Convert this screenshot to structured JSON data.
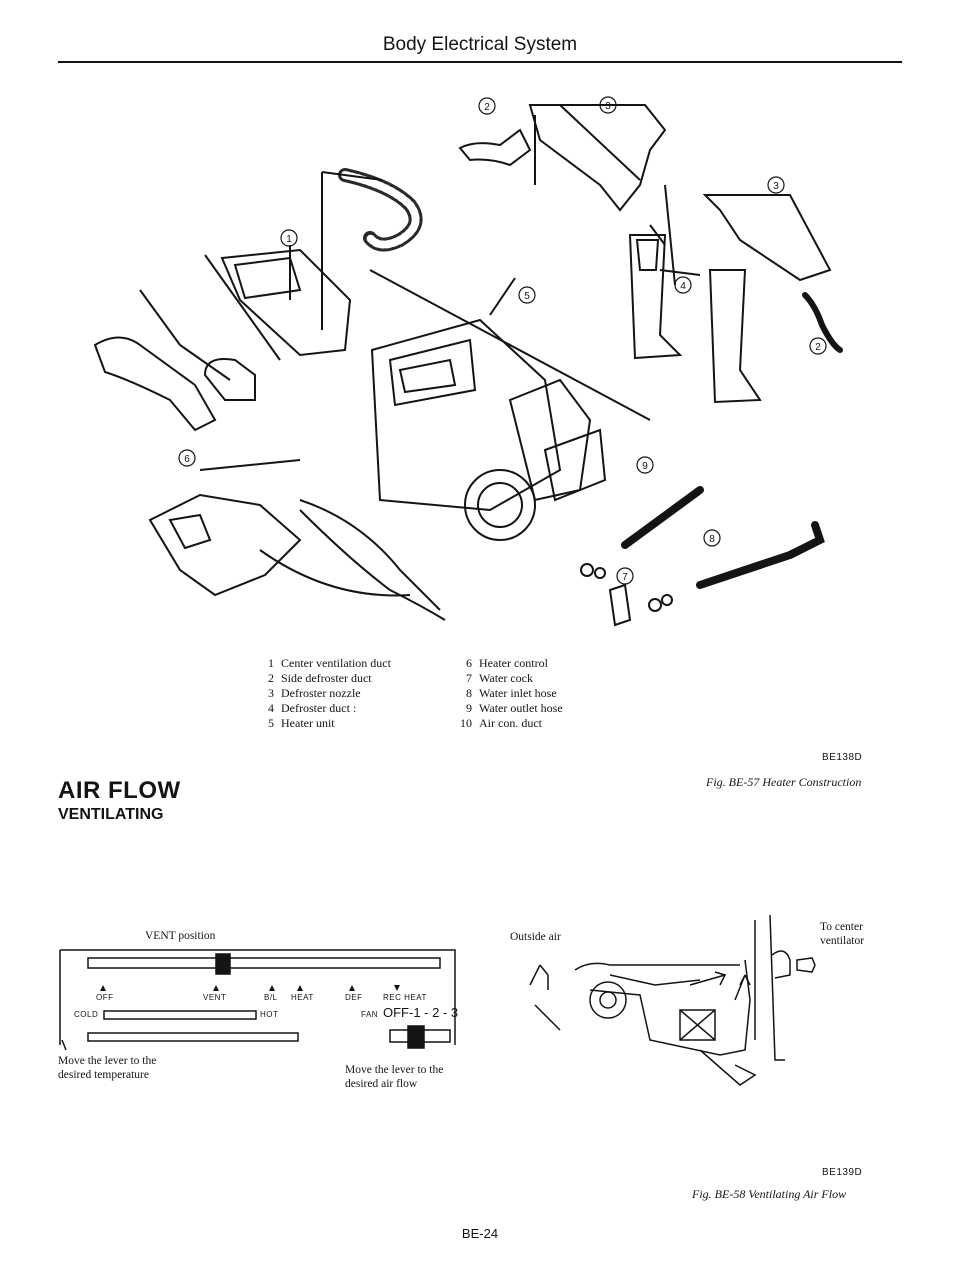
{
  "header": {
    "title": "Body Electrical System"
  },
  "figure1": {
    "callouts": [
      "1",
      "2",
      "3",
      "4",
      "5",
      "6",
      "7",
      "8",
      "9",
      "2",
      "3"
    ],
    "legend_left": [
      {
        "num": "1",
        "text": "Center ventilation duct"
      },
      {
        "num": "2",
        "text": "Side defroster duct"
      },
      {
        "num": "3",
        "text": "Defroster nozzle"
      },
      {
        "num": "4",
        "text": "Defroster duct :"
      },
      {
        "num": "5",
        "text": "Heater unit"
      }
    ],
    "legend_right": [
      {
        "num": "6",
        "text": "Heater control"
      },
      {
        "num": "7",
        "text": "Water cock"
      },
      {
        "num": "8",
        "text": "Water inlet hose"
      },
      {
        "num": "9",
        "text": "Water outlet hose"
      },
      {
        "num": "10",
        "text": "Air con. duct"
      }
    ],
    "code": "BE138D",
    "caption": "Fig. BE-57 Heater Construction"
  },
  "section": {
    "title": "AIR FLOW",
    "subtitle": "VENTILATING"
  },
  "figure2": {
    "panel_title": "VENT position",
    "mode_labels": [
      "OFF",
      "VENT",
      "B/L",
      "HEAT",
      "DEF",
      "REC HEAT"
    ],
    "temp_cold": "COLD",
    "temp_hot": "HOT",
    "fan_label": "FAN",
    "fan_values": "OFF-1 - 2 - 3",
    "note_left": [
      "Move the lever to the",
      "desired temperature"
    ],
    "note_right": [
      "Move the lever to the",
      "desired air flow"
    ],
    "outside_air": "Outside air",
    "to_center": [
      "To center",
      "ventilator"
    ],
    "code": "BE139D",
    "caption": "Fig. BE-58 Ventilating Air Flow"
  },
  "footer": {
    "page": "BE-24"
  }
}
